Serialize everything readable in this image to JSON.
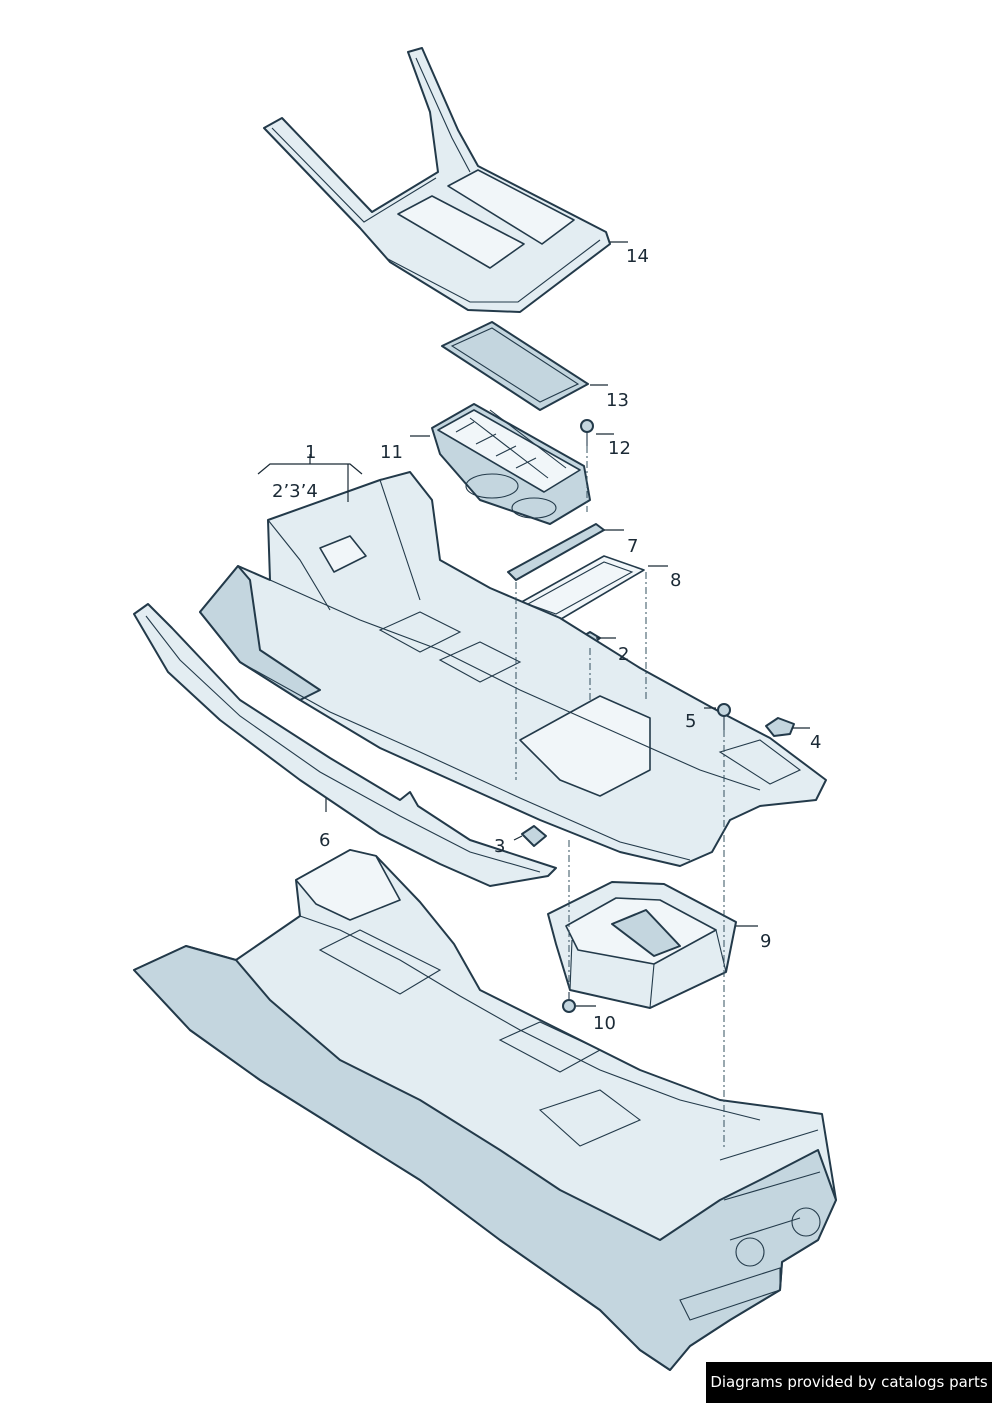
{
  "diagram": {
    "callouts": {
      "c1": "1",
      "c1_sub": "2’3’4",
      "c2": "2",
      "c3": "3",
      "c4": "4",
      "c5": "5",
      "c6": "6",
      "c7": "7",
      "c8": "8",
      "c9": "9",
      "c10": "10",
      "c11": "11",
      "c12": "12",
      "c13": "13",
      "c14": "14"
    }
  },
  "footer": {
    "credit": "Diagrams provided by catalogs parts"
  },
  "colors": {
    "part_fill": "#e3edf2",
    "part_shade": "#c4d6df",
    "outline": "#233a4a",
    "credit_bg": "#000000",
    "credit_text": "#ffffff"
  }
}
